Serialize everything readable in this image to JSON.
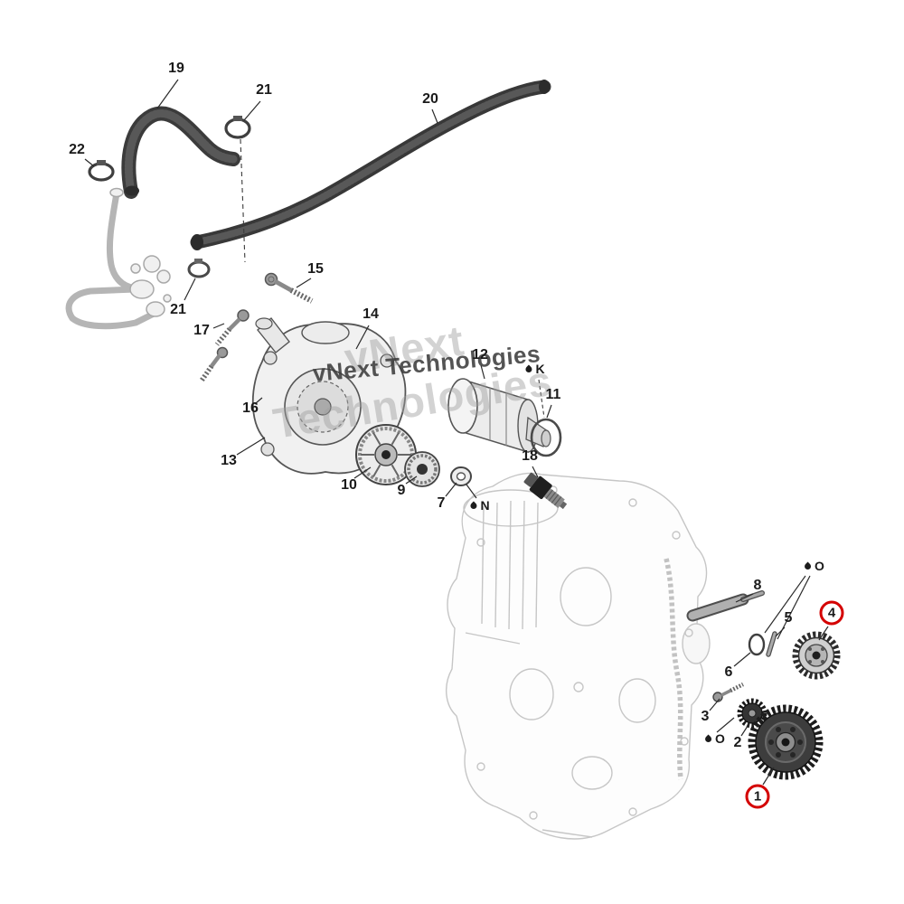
{
  "watermarks": {
    "large_line1": "vNext",
    "large_line2": "Technologies",
    "stamp": "vNext Technologies"
  },
  "callouts": [
    {
      "label": "19"
    },
    {
      "label": "21"
    },
    {
      "label": "20"
    },
    {
      "label": "22"
    },
    {
      "label": "21"
    },
    {
      "label": "15"
    },
    {
      "label": "17"
    },
    {
      "label": "14"
    },
    {
      "label": "12"
    },
    {
      "label": "K",
      "drop": true
    },
    {
      "label": "11"
    },
    {
      "label": "16"
    },
    {
      "label": "13"
    },
    {
      "label": "10"
    },
    {
      "label": "9"
    },
    {
      "label": "7"
    },
    {
      "label": "N",
      "drop": true
    },
    {
      "label": "18"
    },
    {
      "label": "8"
    },
    {
      "label": "O",
      "drop": true
    },
    {
      "label": "5"
    },
    {
      "label": "4",
      "circled": true
    },
    {
      "label": "6"
    },
    {
      "label": "3"
    },
    {
      "label": "O",
      "drop": true
    },
    {
      "label": "2"
    },
    {
      "label": "1",
      "circled": true
    }
  ]
}
